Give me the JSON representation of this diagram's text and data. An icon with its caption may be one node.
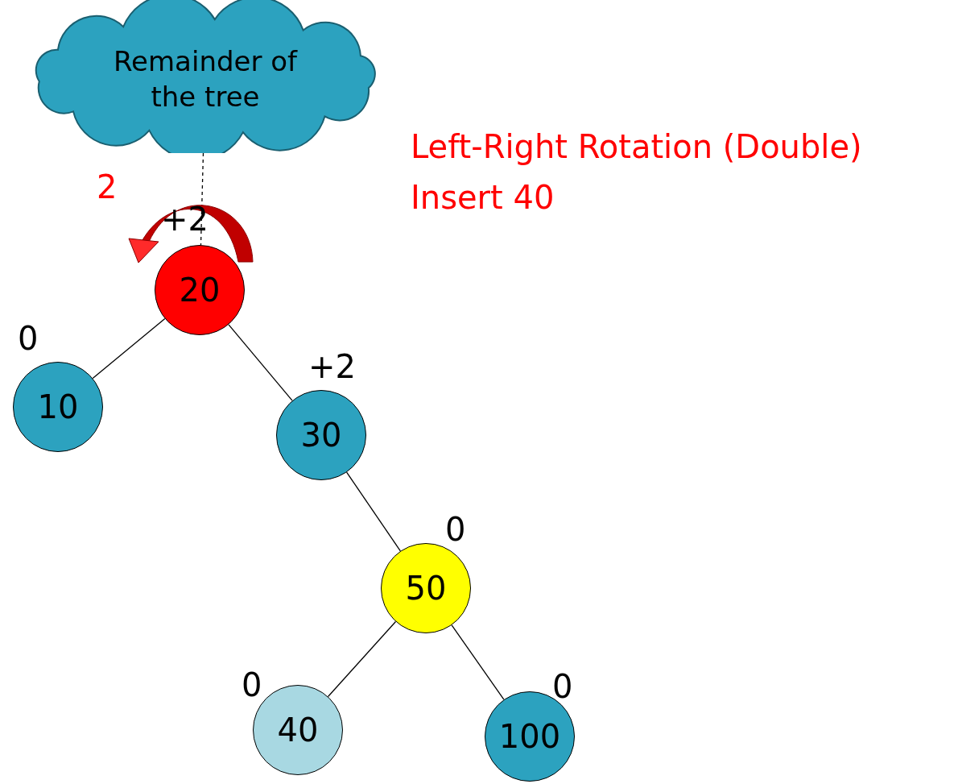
{
  "diagram": {
    "title": "Left-Right Rotation (Double)",
    "nodes": [
      {
        "text": [
          "Remainder of the tree"
        ]
      },
      {
        "text": [
          "20"
        ],
        "beside": [
          "+2"
        ]
      },
      {
        "text": [
          "10"
        ],
        "beside": [
          "0"
        ]
      },
      {
        "text": [
          "30"
        ],
        "beside": [
          "+2"
        ]
      },
      {
        "text": [
          "50"
        ],
        "beside": [
          "0"
        ]
      },
      {
        "text": [
          "40"
        ],
        "beside": [
          "0"
        ]
      },
      {
        "text": [
          "100"
        ],
        "beside": [
          "0"
        ]
      }
    ],
    "edges": [
      {
        "from": 0,
        "to": 1,
        "arrow": "none",
        "style": "dashed"
      },
      {
        "from": 1,
        "to": 2,
        "arrow": "none"
      },
      {
        "from": 1,
        "to": 3,
        "arrow": "none"
      },
      {
        "from": 3,
        "to": 4,
        "arrow": "none"
      },
      {
        "from": 4,
        "to": 5,
        "arrow": "none"
      },
      {
        "from": 4,
        "to": 6,
        "arrow": "none"
      }
    ],
    "labels": [
      "Insert 40",
      "2"
    ]
  }
}
